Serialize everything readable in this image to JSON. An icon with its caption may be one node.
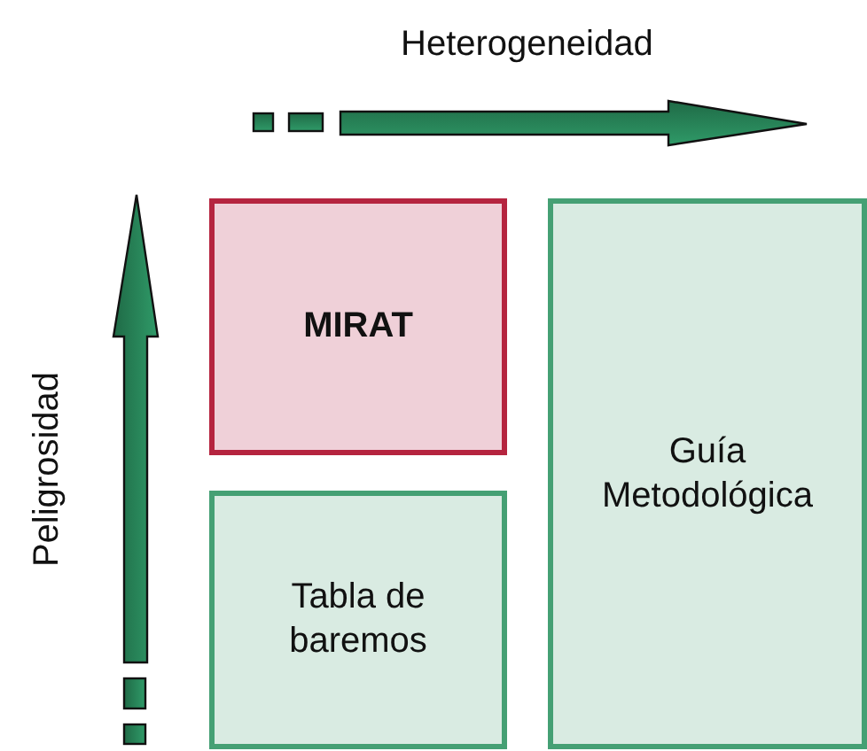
{
  "diagram": {
    "nodes": [
      {
        "text": [
          "MIRAT"
        ]
      },
      {
        "text": [
          "Guía Metodológica"
        ]
      },
      {
        "text": [
          "Tabla de baremos"
        ]
      }
    ],
    "labels": [
      "Heterogeneidad",
      "Peligrosidad"
    ]
  }
}
